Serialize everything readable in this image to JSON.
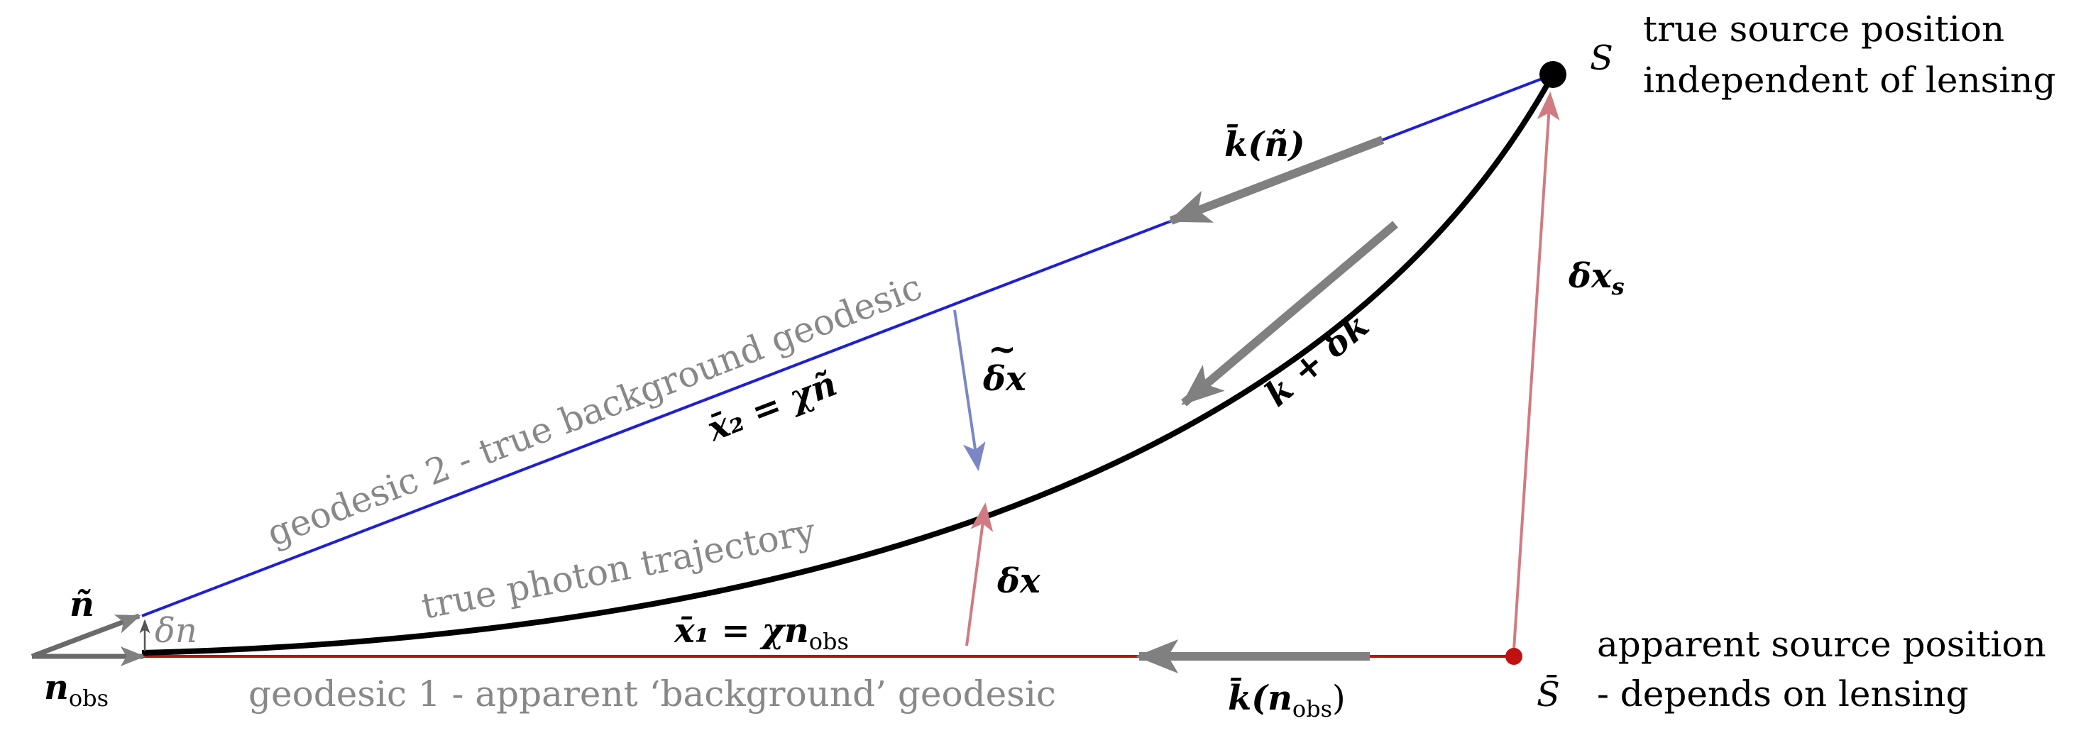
{
  "labels": {
    "source_true_symbol": "S",
    "source_true_line1": "true source position",
    "source_true_line2": "independent of lensing",
    "source_apparent_symbol": "S̄",
    "source_apparent_line1": "apparent source position",
    "source_apparent_line2": "- depends on lensing",
    "geodesic2": "geodesic 2 - true background geodesic",
    "geodesic1": "geodesic 1 - apparent ‘background’ geodesic",
    "trajectory": "true photon trajectory",
    "x2_eq": "x̄₂ = χñ",
    "x1_eq": "x̄₁ = χn",
    "x1_eq_sub": "obs",
    "k_tilde_n": "k̄(ñ)",
    "k_plus_dk": "k̄ + δk",
    "k_n_obs": "k̄(n",
    "k_n_obs_sub": "obs",
    "k_n_obs_close": ")",
    "delta_x_tilde": "δx",
    "delta_x": "δx",
    "delta_x_s": "δx",
    "delta_x_s_sub": "s",
    "n_tilde": "ñ",
    "n_obs": "n",
    "n_obs_sub": "obs",
    "delta_n": "δn"
  },
  "colors": {
    "geodesic2": "#1f1fd6",
    "geodesic1": "#c01010",
    "trajectory": "#000000",
    "k_arrows": "#808080",
    "delta_x_tilde_arrow": "#7b87c4",
    "delta_arrows_red": "#d07b82",
    "label_gray": "#888888",
    "apparent_source_dot": "#c01010",
    "true_source_dot": "#000000"
  }
}
